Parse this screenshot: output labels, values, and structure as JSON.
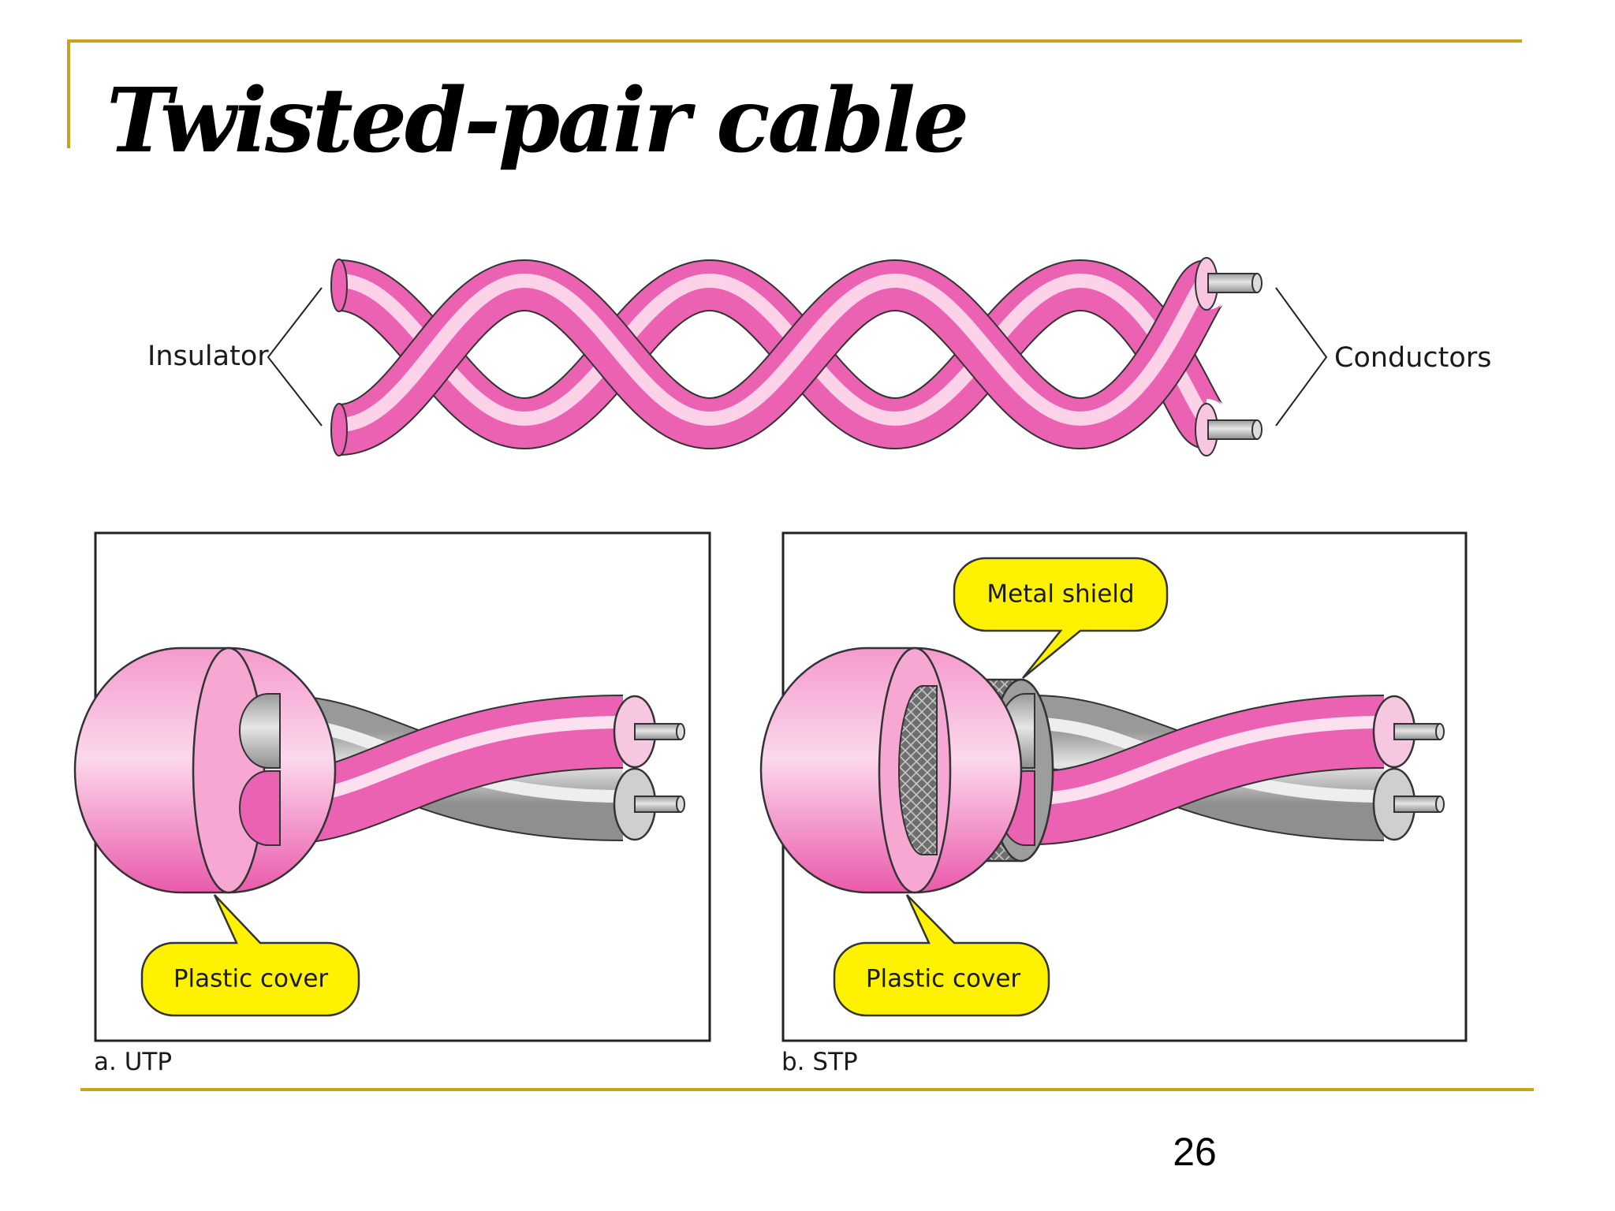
{
  "slide": {
    "title": "Twisted-pair cable",
    "page_number": "26"
  },
  "top_diagram": {
    "left_label": "Insulator",
    "right_label": "Conductors"
  },
  "utp_panel": {
    "caption": "a. UTP",
    "callouts": [
      "Plastic cover"
    ]
  },
  "stp_panel": {
    "caption": "b. STP",
    "callouts": [
      "Metal shield",
      "Plastic cover"
    ]
  },
  "colors": {
    "accent_rule": "#c8a21f",
    "insulator_pink": "#ee66b4",
    "callout_yellow": "#fff200",
    "conductor_gray": "#b0b0b0"
  }
}
